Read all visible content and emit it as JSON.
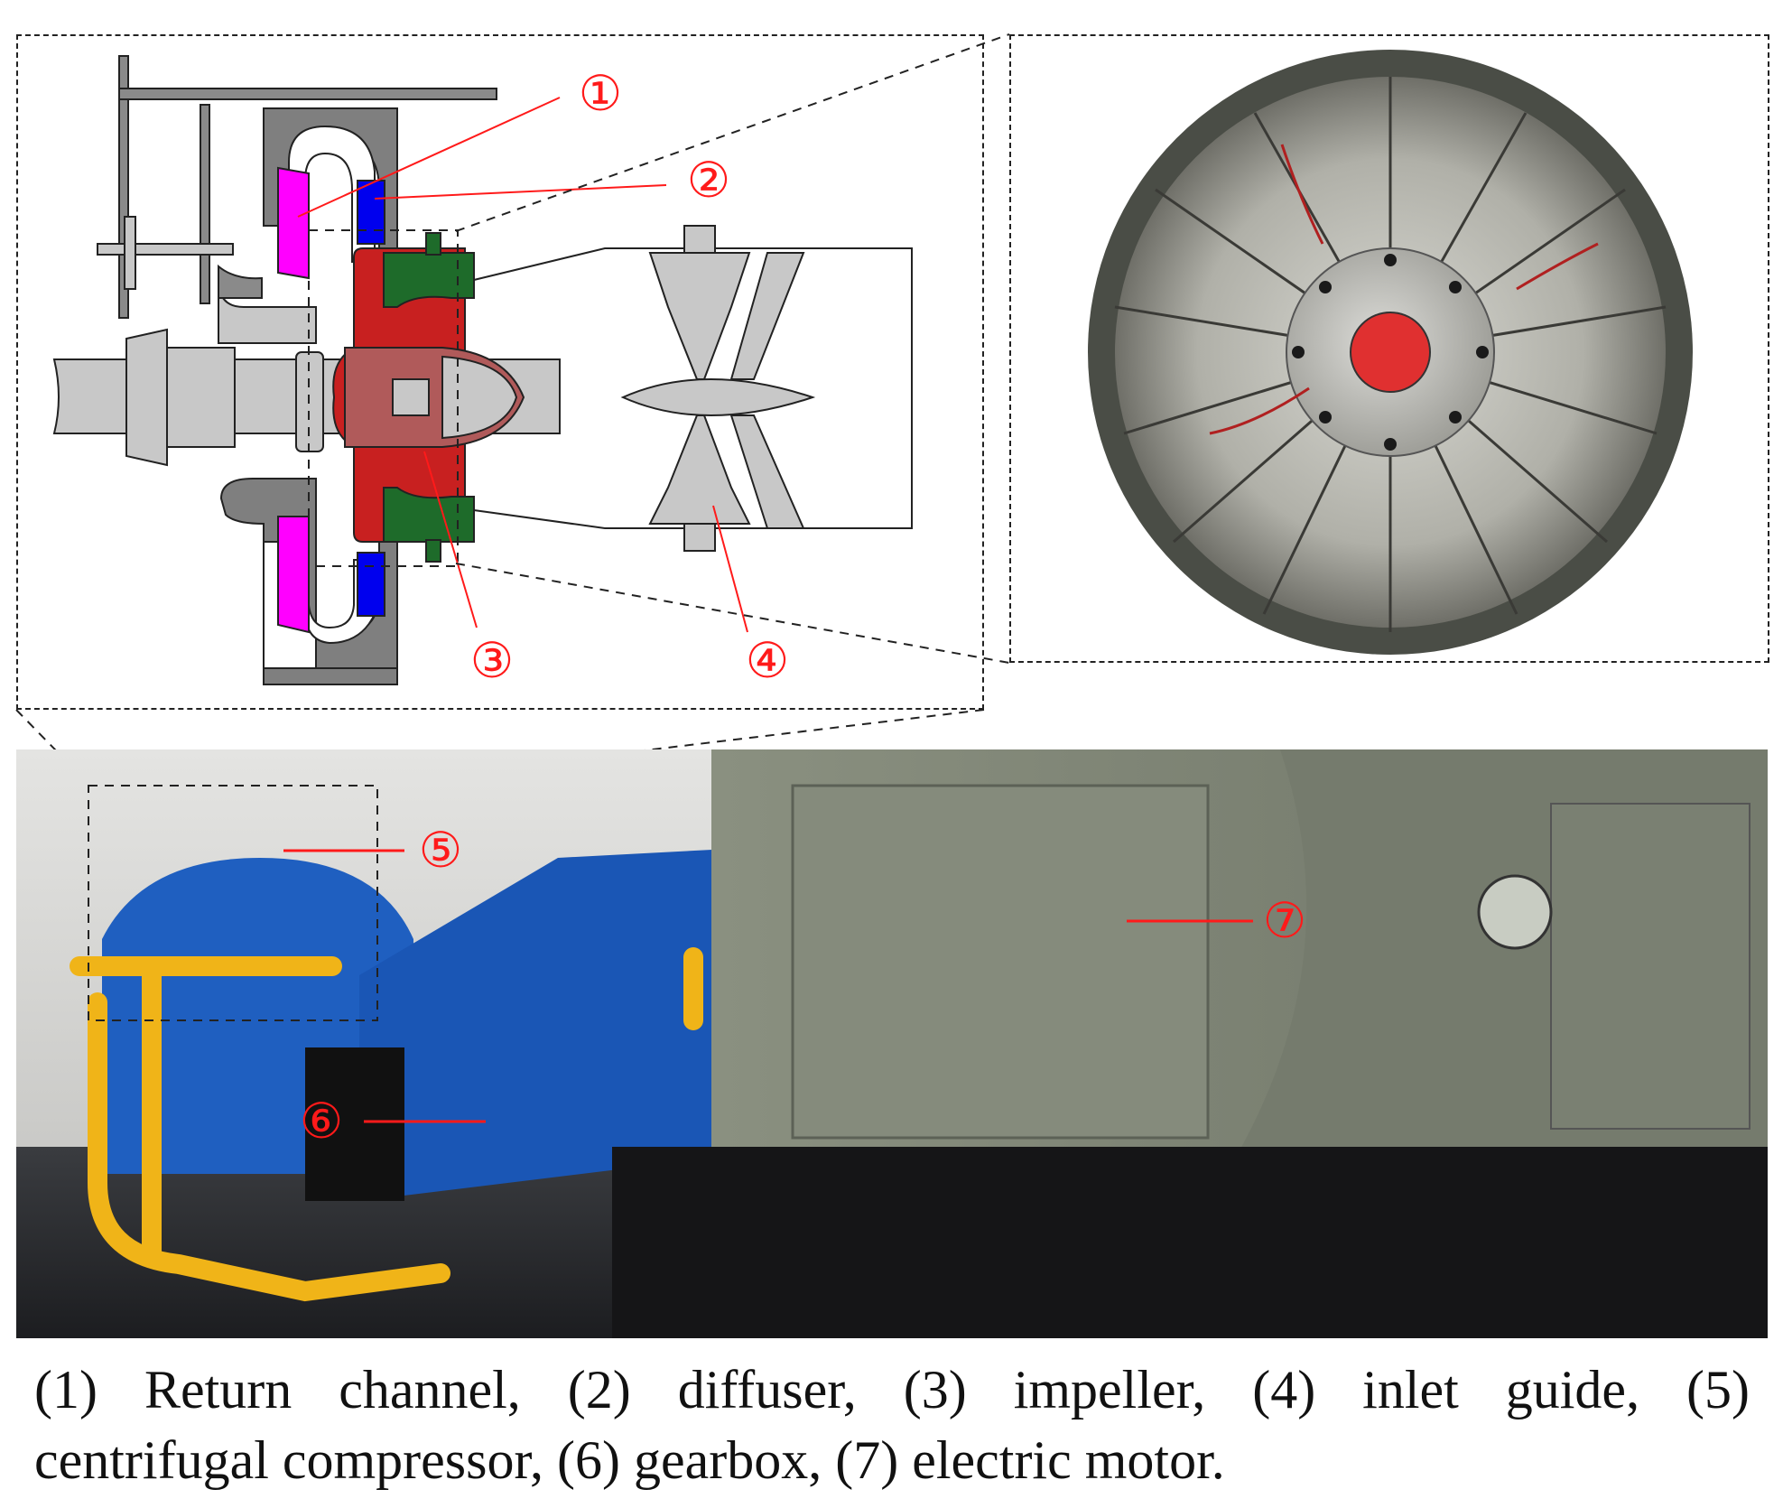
{
  "callouts": {
    "c1": "①",
    "c2": "②",
    "c3": "③",
    "c4": "④",
    "c5": "⑤",
    "c6": "⑥",
    "c7": "⑦"
  },
  "caption": {
    "line1": "(1) Return channel, (2) diffuser, (3) impeller, (4) inlet guide, (5)",
    "line2": "centrifugal compressor, (6) gearbox, (7) electric motor."
  },
  "colors": {
    "return_channel": "#ff00ff",
    "diffuser": "#0000ee",
    "impeller": "#cc2020",
    "seal": "#1e6b2a",
    "casing": "#7f7f7f",
    "callout": "#ff1a1a",
    "compressor_blue": "#1f5fc0",
    "motor_green": "#7d8473"
  }
}
